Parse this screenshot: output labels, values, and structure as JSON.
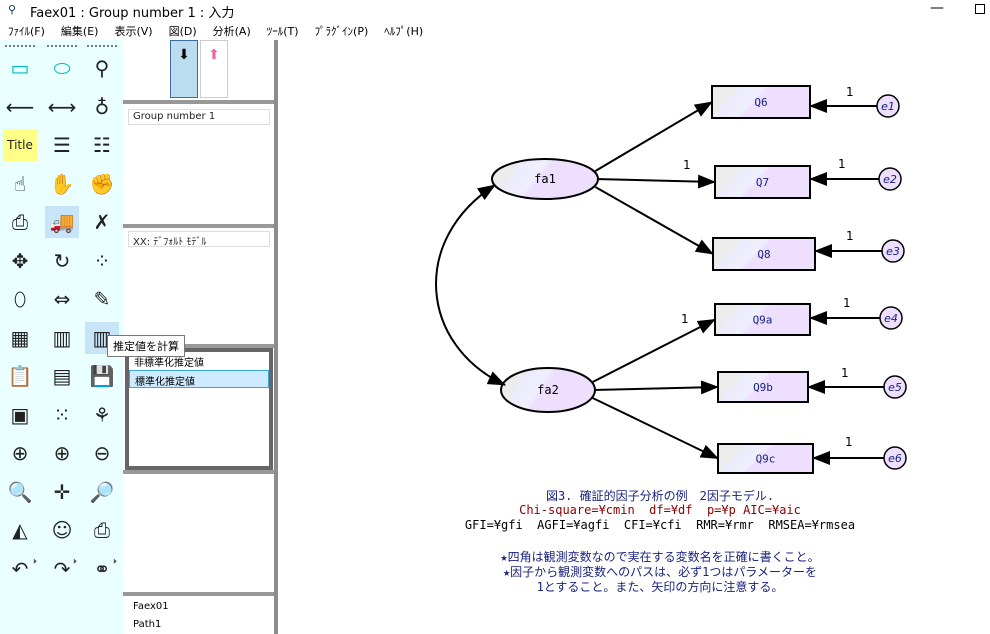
{
  "window": {
    "title": "Faex01 : Group number 1 : 入力",
    "app_icon": "amos-icon",
    "minimize": "—"
  },
  "menu": [
    "ﾌｧｲﾙ(F)",
    "編集(E)",
    "表示(V)",
    "図(D)",
    "分析(A)",
    "ﾂｰﾙ(T)",
    "ﾌﾟﾗｸﾞｲﾝ(P)",
    "ﾍﾙﾌﾟ(H)"
  ],
  "toolbox": {
    "icons": [
      [
        "rectangle-icon",
        "▭"
      ],
      [
        "ellipse-icon",
        "⬭"
      ],
      [
        "indicator-variable-icon",
        "⚲"
      ],
      [
        "single-arrow-icon",
        "⟵"
      ],
      [
        "double-arrow-icon",
        "⟷"
      ],
      [
        "unique-variable-icon",
        "♁"
      ],
      [
        "title-icon",
        "Title"
      ],
      [
        "list-variables-model-icon",
        "☰"
      ],
      [
        "list-variables-data-icon",
        "☷"
      ],
      [
        "select-one-icon",
        "☝"
      ],
      [
        "select-all-icon",
        "✋"
      ],
      [
        "deselect-all-icon",
        "✊"
      ],
      [
        "duplicate-icon",
        "⎙"
      ],
      [
        "move-icon",
        "🚚"
      ],
      [
        "erase-icon",
        "✗"
      ],
      [
        "change-shape-icon",
        "✥"
      ],
      [
        "rotate-icon",
        "↻"
      ],
      [
        "reflect-icon",
        "⁘"
      ],
      [
        "move-parameter-icon",
        "⬯"
      ],
      [
        "scroll-icon",
        "⇔"
      ],
      [
        "touch-up-icon",
        "✎"
      ],
      [
        "select-data-file-icon",
        "▦"
      ],
      [
        "analysis-properties-icon",
        "▥"
      ],
      [
        "calculate-estimates-icon",
        "▥"
      ],
      [
        "clipboard-icon",
        "📋"
      ],
      [
        "view-text-icon",
        "▤"
      ],
      [
        "save-icon",
        "💾"
      ],
      [
        "object-properties-icon",
        "▣"
      ],
      [
        "drag-properties-icon",
        "⁙"
      ],
      [
        "preserve-symmetries-icon",
        "⚘"
      ],
      [
        "zoom-select-icon",
        "⊕"
      ],
      [
        "zoom-in-icon",
        "⊕"
      ],
      [
        "zoom-out-icon",
        "⊖"
      ],
      [
        "zoom-page-icon",
        "🔍"
      ],
      [
        "fit-page-icon",
        "✛"
      ],
      [
        "loupe-icon",
        "🔎"
      ],
      [
        "bayesian-icon",
        "◭"
      ],
      [
        "multiple-group-icon",
        "☺"
      ],
      [
        "print-icon",
        "⎙"
      ],
      [
        "undo-icon",
        "↶"
      ],
      [
        "redo-icon",
        "↷"
      ],
      [
        "specification-search-icon",
        "⚭"
      ]
    ],
    "more": "⏵"
  },
  "panel": {
    "group": "Group number 1",
    "model": "XX: ﾃﾞﾌｫﾙﾄ ﾓﾃﾞﾙ",
    "estimates": [
      "非標準化推定値",
      "標準化推定値"
    ],
    "files": [
      "Faex01",
      "Path1"
    ]
  },
  "tooltip": "推定値を計算",
  "diagram": {
    "latents": [
      {
        "label": "fa1"
      },
      {
        "label": "fa2"
      }
    ],
    "observed": [
      "Q6",
      "Q7",
      "Q8",
      "Q9a",
      "Q9b",
      "Q9c"
    ],
    "errors": [
      "e1",
      "e2",
      "e3",
      "e4",
      "e5",
      "e6"
    ],
    "error_weights": [
      "1",
      "1",
      "1",
      "1",
      "1",
      "1"
    ],
    "loading_labels": [
      "1",
      "1"
    ],
    "colors": {
      "box_fill": "#eedfff",
      "label": "#1a237e"
    }
  },
  "caption": {
    "line1": "図3. 確証的因子分析の例　2因子モデル.",
    "line2": "Chi-square=¥cmin  df=¥df  p=¥p AIC=¥aic",
    "line3": "GFI=¥gfi  AGFI=¥agfi  CFI=¥cfi  RMR=¥rmr  RMSEA=¥rmsea",
    "line4": "★四角は観測変数なので実在する変数名を正確に書くこと。",
    "line5": "★因子から観測変数へのパスは、必ず1つはパラメーターを",
    "line6": "1とすること。また、矢印の方向に注意する。"
  }
}
